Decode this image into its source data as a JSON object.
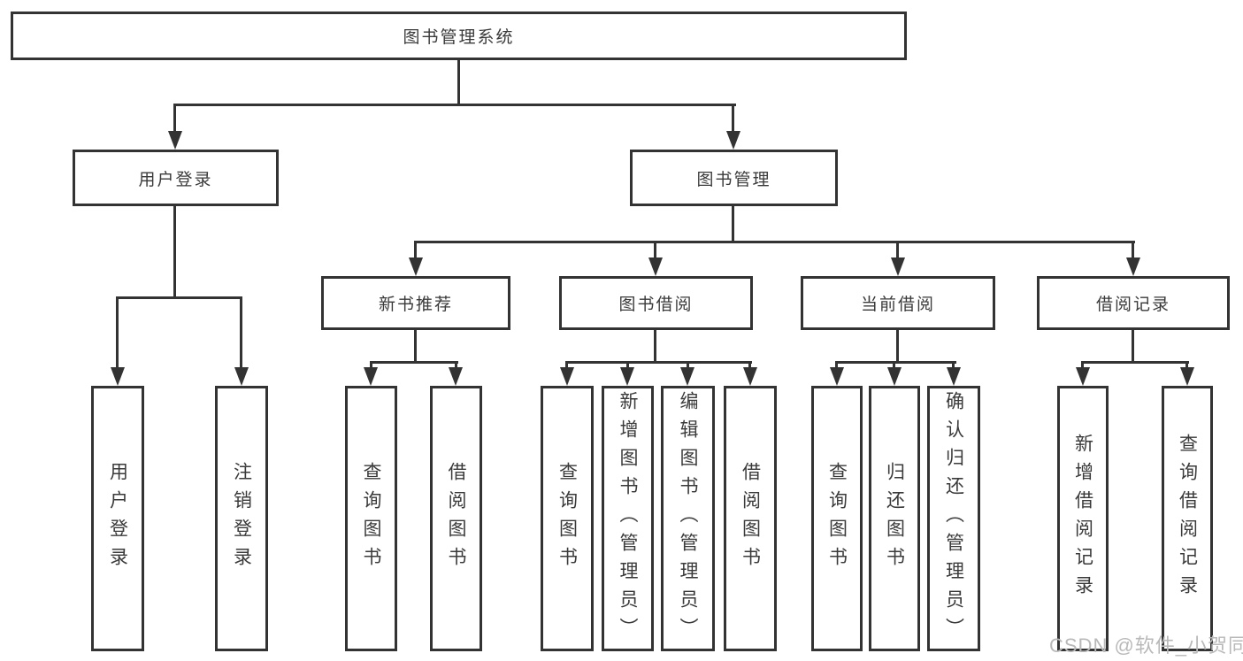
{
  "tree": {
    "root": "图书管理系统",
    "user_login": {
      "label": "用户登录",
      "children": [
        "用户登录",
        "注销登录"
      ]
    },
    "book_mgmt": {
      "label": "图书管理",
      "new_book_rec": {
        "label": "新书推荐",
        "children": [
          "查询图书",
          "借阅图书"
        ]
      },
      "book_borrow": {
        "label": "图书借阅",
        "children": [
          "查询图书",
          "新增图书（管理员）",
          "编辑图书（管理员）",
          "借阅图书"
        ]
      },
      "current_borrow": {
        "label": "当前借阅",
        "children": [
          "查询图书",
          "归还图书",
          "确认归还（管理员）"
        ]
      },
      "borrow_record": {
        "label": "借阅记录",
        "children": [
          "新增借阅记录",
          "查询借阅记录"
        ]
      }
    }
  },
  "watermark": "CSDN @软件_小贺同学",
  "colors": {
    "line": "#333333",
    "text": "#3a3a3a",
    "box_fill": "#ffffff",
    "watermark": "#b9b9b9",
    "background": "#ffffff"
  }
}
